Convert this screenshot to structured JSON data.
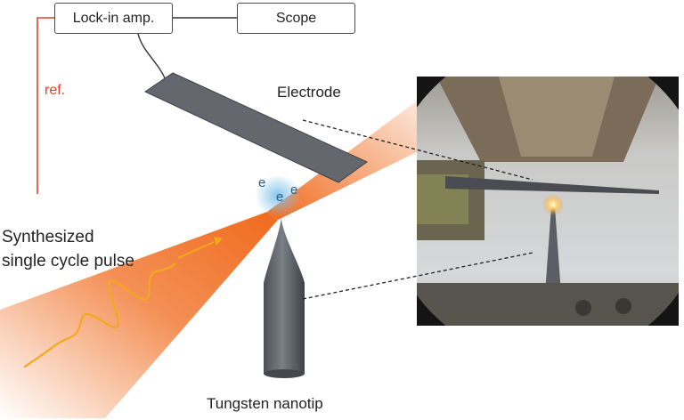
{
  "instruments": {
    "lockin_label": "Lock-in amp.",
    "scope_label": "Scope"
  },
  "reference_label": "ref.",
  "electrode_label": "Electrode",
  "pulse_label_line1": "Synthesized",
  "pulse_label_line2": "single cycle pulse",
  "tip_label": "Tungsten nanotip",
  "electron_symbol": "e",
  "colors": {
    "reference_line": "#d8432e",
    "laser_orange": "#f06a1c",
    "waveform": "#f2a91d",
    "electron_glow": "#7fc2ea",
    "metal_gray": "#5c6066",
    "wire": "#333333"
  }
}
